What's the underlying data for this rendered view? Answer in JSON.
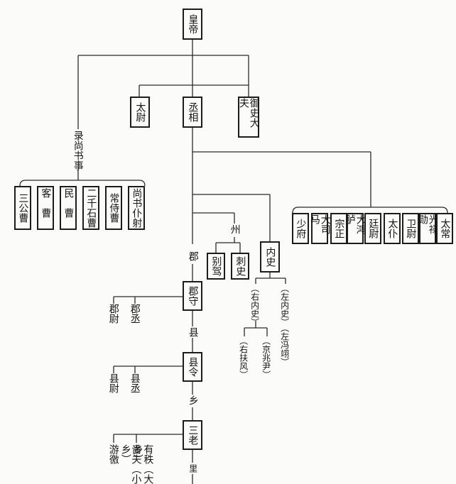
{
  "nodes": {
    "emperor": "皇帝",
    "taiwei": "太尉",
    "chengxiang": "丞相",
    "yushi": "御史大夫",
    "lushangshu": "录尚书事",
    "sangong": "三公曹",
    "kecao": "客曹",
    "mincao": "民曹",
    "erqianshi": "二千石曹",
    "changshi": "常侍曹",
    "shangshupuye": "尚书仆射",
    "shaofu": "少府",
    "dasima": "大司马",
    "zongzheng": "宗正",
    "dahonglu": "大鸿胪",
    "tingwei": "廷尉",
    "taipu": "太仆",
    "weiwei": "卫尉",
    "guanglu": "光禄勋",
    "taichang": "太常",
    "zhou": "州",
    "biejia": "别驾",
    "cishi": "刺史",
    "neishi": "内史",
    "you_neishi": "（右内史）",
    "zuo_neishi": "（左内史）",
    "youfufeng": "（右扶风）",
    "jingzhaoyin": "（京兆尹）",
    "zuopingyi": "（左冯翊）",
    "jun": "郡",
    "junshou": "郡守",
    "junwei": "郡尉",
    "juncheng": "郡丞",
    "xian": "县",
    "xianling": "县令",
    "xianwei": "县尉",
    "xiancheng": "县丞",
    "xiang": "乡",
    "sanlao": "三老",
    "youjiao": "游徼",
    "sefu": "啬夫（小乡）",
    "youzhi": "有秩（大乡）",
    "li": "里"
  }
}
